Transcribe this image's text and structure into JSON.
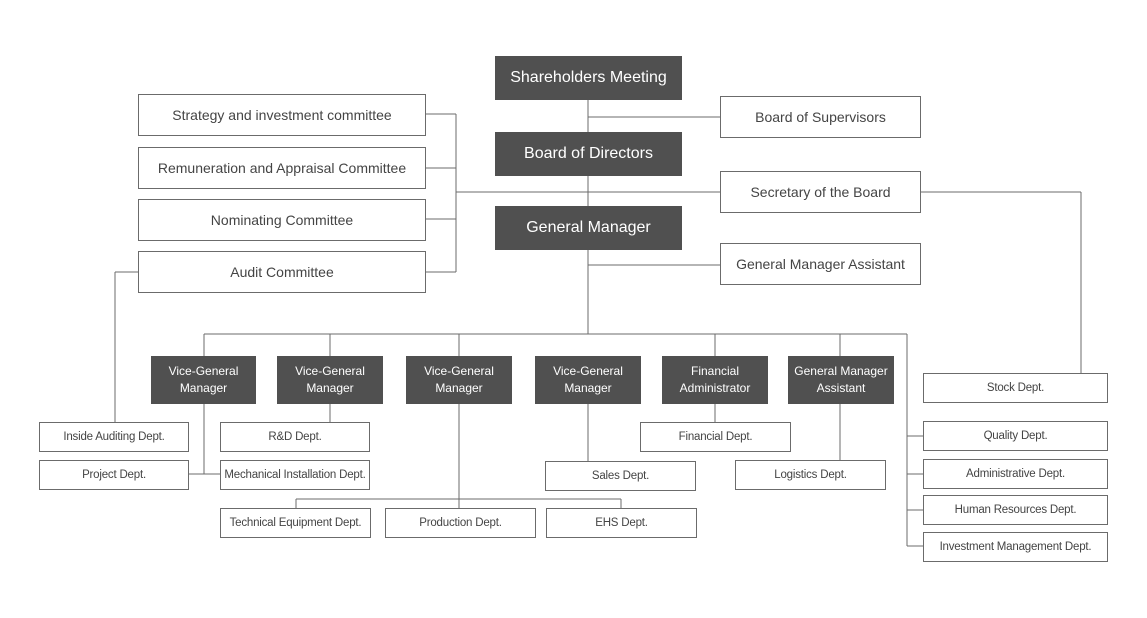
{
  "top": {
    "shareholders": "Shareholders Meeting",
    "board": "Board of Directors",
    "gm": "General Manager",
    "supervisors": "Board of Supervisors",
    "secretary": "Secretary of the Board",
    "gm_assistant": "General Manager Assistant"
  },
  "committees": {
    "strategy": "Strategy and investment committee",
    "remuneration": "Remuneration and Appraisal Committee",
    "nominating": "Nominating Committee",
    "audit": "Audit Committee"
  },
  "managers": {
    "vgm1": "Vice-General Manager",
    "vgm2": "Vice-General Manager",
    "vgm3": "Vice-General Manager",
    "vgm4": "Vice-General Manager",
    "financial_admin": "Financial Administrator",
    "gm_assistant2": "General Manager Assistant"
  },
  "departments": {
    "inside_auditing": "Inside Auditing Dept.",
    "project": "Project Dept.",
    "rd": "R&D Dept.",
    "mechanical": "Mechanical Installation Dept.",
    "technical": "Technical Equipment Dept.",
    "production": "Production Dept.",
    "ehs": "EHS Dept.",
    "sales": "Sales Dept.",
    "financial": "Financial Dept.",
    "logistics": "Logistics Dept.",
    "stock": "Stock Dept.",
    "quality": "Quality Dept.",
    "administrative": "Administrative Dept.",
    "human_resources": "Human Resources Dept.",
    "investment": "Investment Management Dept."
  },
  "colors": {
    "dark_box": "#505050",
    "line": "#6b6b6b",
    "text": "#444444"
  }
}
